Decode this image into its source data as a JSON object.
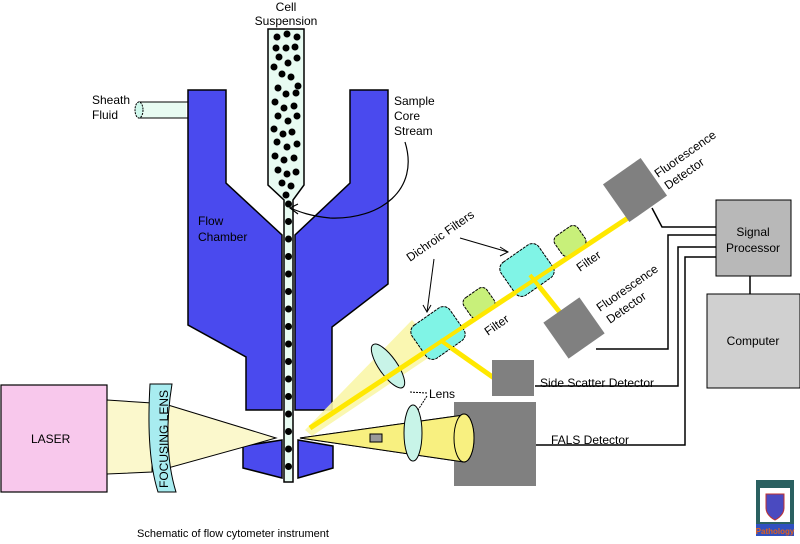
{
  "title": "Schematic of flow cytometer instrument",
  "labels": {
    "cell_suspension_1": "Cell",
    "cell_suspension_2": "Suspension",
    "sheath_fluid_1": "Sheath",
    "sheath_fluid_2": "Fluid",
    "sample_core_1": "Sample",
    "sample_core_2": "Core",
    "sample_core_3": "Stream",
    "flow_chamber_1": "Flow",
    "flow_chamber_2": "Chamber",
    "dichroic_filters": "Dichroic Filters",
    "filter_1": "Filter",
    "filter_2": "Filter",
    "fluor_detector_top_1": "Fluorescence",
    "fluor_detector_top_2": "Detector",
    "fluor_detector_mid_1": "Fluorescence",
    "fluor_detector_mid_2": "Detector",
    "signal_processor_1": "Signal",
    "signal_processor_2": "Processor",
    "computer": "Computer",
    "side_scatter_detector": "Side Scatter Detector",
    "lens": "Lens",
    "fals_detector": "FALS Detector",
    "laser": "LASER",
    "focusing_lens": "FOCUSING LENS",
    "logo_text": "Pathology"
  },
  "colors": {
    "flow_chamber": "#4a4aee",
    "suspension_fill": "#e8fbf2",
    "laser": "#f8c8ec",
    "beam": "#fbf8cc",
    "yellow_beam": "#ffe800",
    "dichroic": "#80f4e6",
    "filter": "#c8f07a",
    "detector": "#808080",
    "processor": "#b8b8b8",
    "computer": "#d0d0d0",
    "focusing_lens": "#a8ecf0"
  }
}
